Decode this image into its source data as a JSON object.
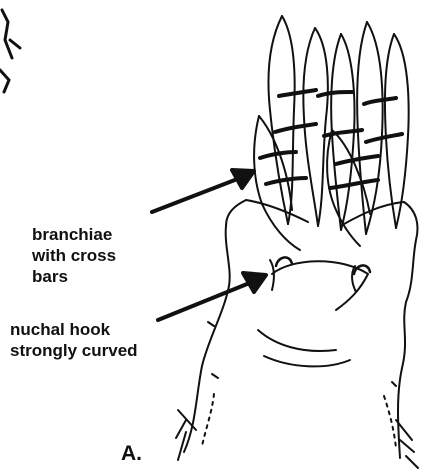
{
  "figure": {
    "panel_label": "A.",
    "labels": {
      "branchiae": [
        "branchiae",
        "with cross",
        "bars"
      ],
      "nuchal_hook": [
        "nuchal hook",
        "strongly curved"
      ]
    }
  }
}
